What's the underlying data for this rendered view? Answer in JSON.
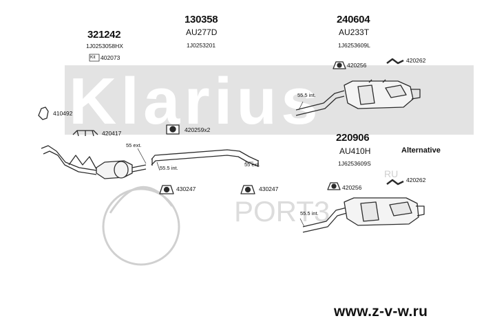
{
  "watermark": {
    "brand": "Klarius",
    "ru_text": "RU",
    "ports_text": "PORT3"
  },
  "assemblies": {
    "left": {
      "part_number": "321242",
      "oem_number": "1J0253058HX",
      "kit_label": "Kit",
      "kit_number": "402073"
    },
    "middle": {
      "part_number": "130358",
      "model_code": "AU277D",
      "oem_number": "1J0253201"
    },
    "rear_main": {
      "part_number": "240604",
      "model_code": "AU233T",
      "oem_number": "1J6253609L"
    },
    "rear_alternative": {
      "part_number": "220906",
      "model_code": "AU410H",
      "oem_number": "1J6253609S",
      "note": "Alternative"
    }
  },
  "fittings": {
    "f410492": "410492",
    "f420417": "420417",
    "f420259": "420259x2",
    "f430247a": "430247",
    "f430247b": "430247",
    "f420256a": "420256",
    "f420262a": "420262",
    "f420256b": "420256",
    "f420262b": "420262"
  },
  "dimensions": {
    "d1": "55 ext.",
    "d2": "55.5 int.",
    "d3": "55 ext.",
    "d4": "55.5 int.",
    "d5": "55.5 int."
  },
  "footer": {
    "url": "www.z-v-w.ru"
  },
  "colors": {
    "watermark": "#dedede",
    "lines": "#2b2b2b",
    "text": "#111111"
  }
}
